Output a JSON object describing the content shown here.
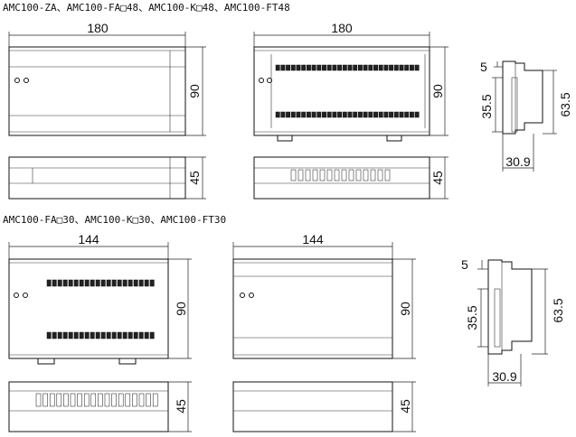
{
  "section_titles": {
    "top": "AMC100-ZA、AMC100-FA□48、AMC100-K□48、AMC100-FT48",
    "bottom": "AMC100-FA□30、AMC100-K□30、AMC100-FT30"
  },
  "dimensions": {
    "width_180": "180",
    "width_144": "144",
    "height_90": "90",
    "depth_45": "45",
    "side_5": "5",
    "side_35_5": "35.5",
    "side_63_5": "63.5",
    "side_30_9": "30.9"
  }
}
